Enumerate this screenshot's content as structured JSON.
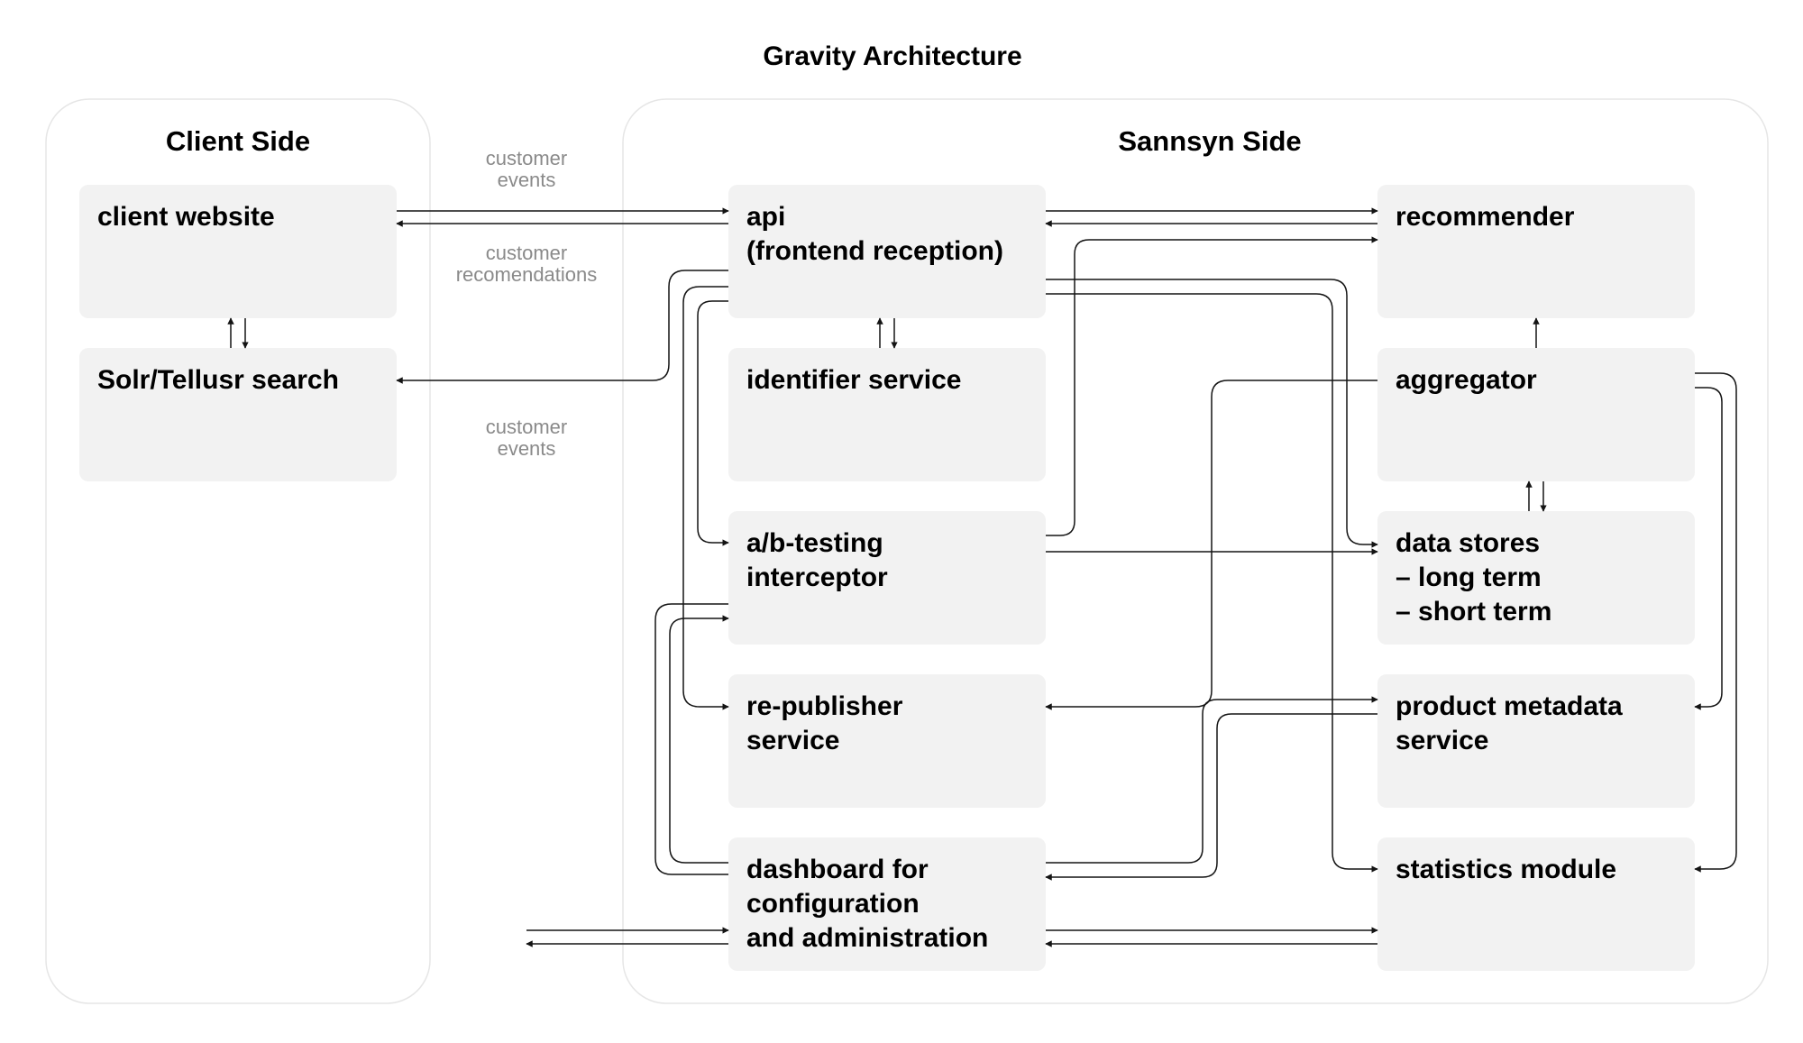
{
  "title": "Gravity Architecture",
  "panels": {
    "client": {
      "title": "Client Side"
    },
    "sannsyn": {
      "title": "Sannsyn Side"
    }
  },
  "boxes": {
    "client_website": [
      "client website"
    ],
    "solr_search": [
      "Solr/Tellusr search"
    ],
    "api": [
      "api",
      "(frontend reception)"
    ],
    "identifier_service": [
      "identifier service"
    ],
    "ab_testing": [
      "a/b-testing",
      "interceptor"
    ],
    "republisher": [
      "re-publisher",
      "service"
    ],
    "dashboard": [
      "dashboard for",
      "configuration",
      "and administration"
    ],
    "recommender": [
      "recommender"
    ],
    "aggregator": [
      "aggregator"
    ],
    "data_stores": [
      "data stores",
      "– long term",
      "– short term"
    ],
    "product_metadata": [
      "product metadata",
      "service"
    ],
    "statistics": [
      "statistics module"
    ]
  },
  "edge_labels": {
    "customer_events_top": [
      "customer",
      "events"
    ],
    "customer_recommendations": [
      "customer",
      "recomendations"
    ],
    "customer_events_mid": [
      "customer",
      "events"
    ]
  },
  "colors": {
    "box_fill": "#f2f2f2",
    "panel_border": "#e6e6e6",
    "line": "#141414",
    "edge_label": "#8a8a8a"
  }
}
